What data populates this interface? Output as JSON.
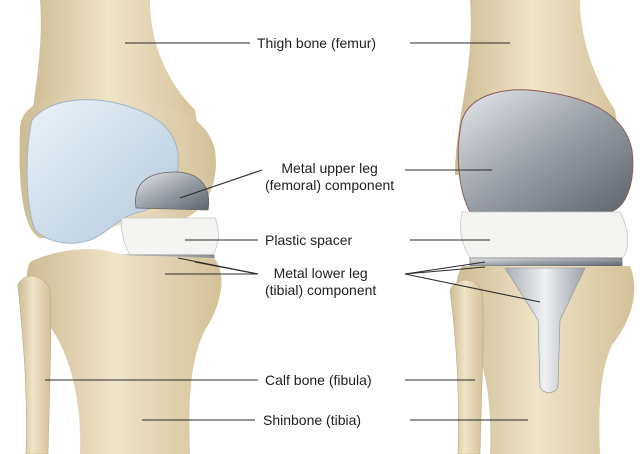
{
  "diagram": {
    "labels": {
      "femur": "Thigh bone (femur)",
      "femoral_line1": "Metal upper leg",
      "femoral_line2": "(femoral) component",
      "spacer": "Plastic spacer",
      "tibial_line1": "Metal lower leg",
      "tibial_line2": "(tibial) component",
      "fibula": "Calf bone (fibula)",
      "tibia": "Shinbone (tibia)"
    },
    "colors": {
      "bone": "#e8dcc0",
      "bone_shade": "#cdbb93",
      "cartilage": "#c9dcea",
      "metal": "#a9aeb5",
      "plastic": "#f4f4f2",
      "leader": "#2b2b2b"
    }
  }
}
